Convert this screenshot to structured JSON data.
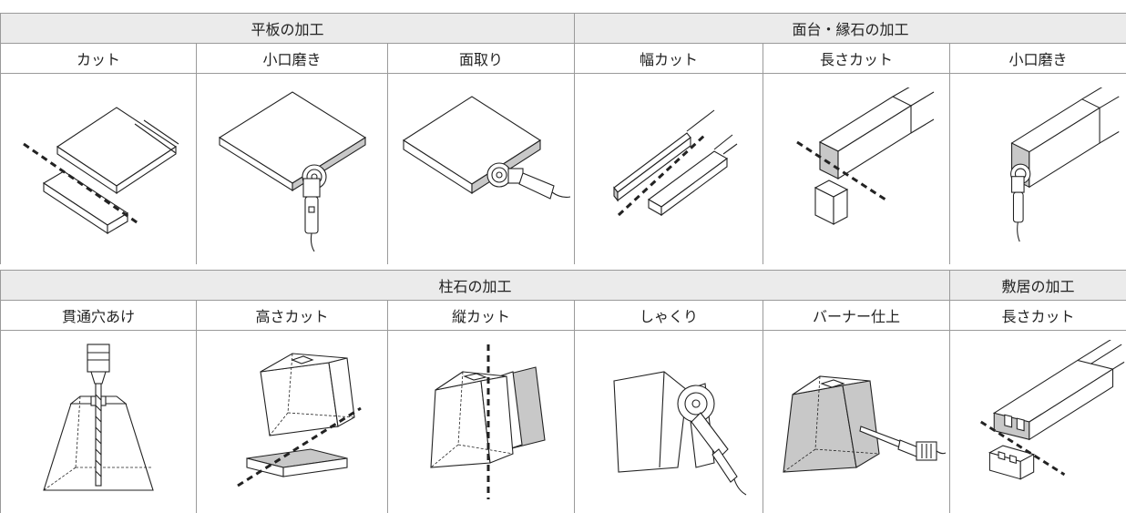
{
  "sections": {
    "flat_slab": "平板の加工",
    "top_curb": "面台・縁石の加工",
    "pillar_stone": "柱石の加工",
    "shikii": "敷居の加工"
  },
  "row1_labels": [
    "カット",
    "小口磨き",
    "面取り",
    "幅カット",
    "長さカット",
    "小口磨き"
  ],
  "row2_labels": [
    "貫通穴あけ",
    "高さカット",
    "縦カット",
    "しゃくり",
    "バーナー仕上",
    "長さカット"
  ],
  "row1_icons": [
    "slab-cut-icon",
    "slab-edge-polish-icon",
    "slab-chamfer-icon",
    "curb-width-cut-icon",
    "curb-length-cut-icon",
    "curb-edge-polish-icon"
  ],
  "row2_icons": [
    "pillar-drill-icon",
    "pillar-height-cut-icon",
    "pillar-vertical-cut-icon",
    "pillar-rebate-icon",
    "pillar-burner-finish-icon",
    "shikii-length-cut-icon"
  ]
}
